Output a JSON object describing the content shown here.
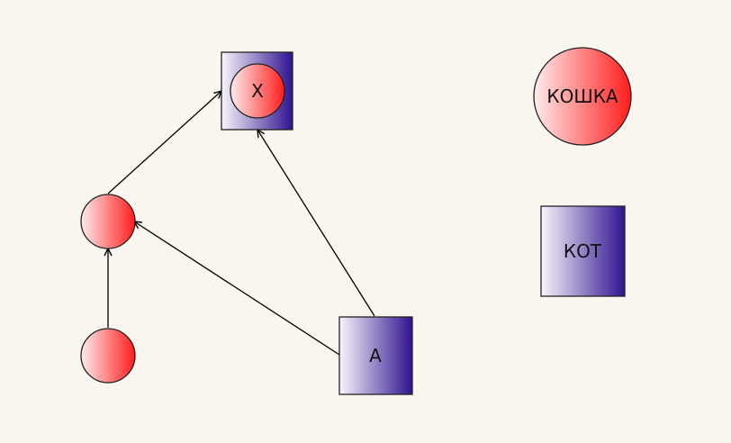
{
  "colors": {
    "background": "#f9f6f0",
    "circle_fill_light": "#ffe9e9",
    "circle_fill_dark": "#ff2020",
    "square_fill_light": "#f6f4fb",
    "square_fill_dark": "#33159a",
    "stroke": "#222222"
  },
  "nodes": {
    "x_box": {
      "label": ""
    },
    "x_circle": {
      "label": "X"
    },
    "koshka": {
      "label": "КОШКА"
    },
    "kot": {
      "label": "КОТ"
    },
    "a_box": {
      "label": "A"
    },
    "mid_circle": {
      "label": ""
    },
    "bottom_circle": {
      "label": ""
    }
  },
  "edges": [
    {
      "from": "mid_circle",
      "to": "x_box"
    },
    {
      "from": "a_box",
      "to": "x_box"
    },
    {
      "from": "a_box",
      "to": "mid_circle"
    },
    {
      "from": "bottom_circle",
      "to": "mid_circle"
    }
  ]
}
